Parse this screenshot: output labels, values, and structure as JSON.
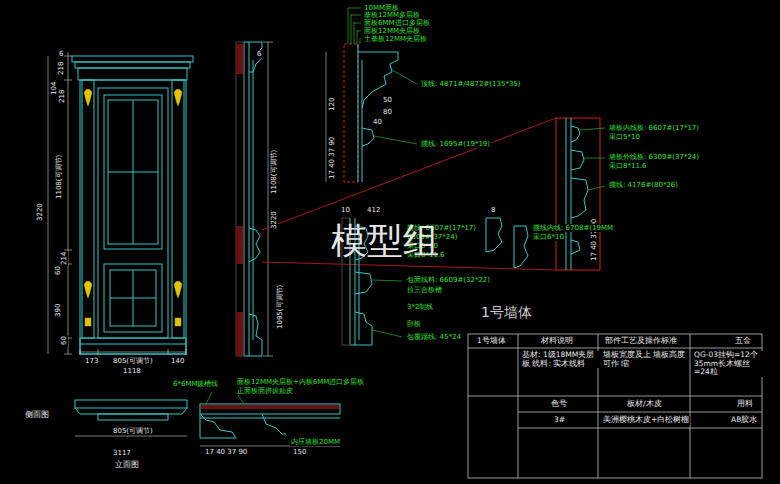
{
  "diagram": {
    "labels": [
      "6",
      "218",
      "104",
      "218",
      "1108(可调节)",
      "3220",
      "60",
      "214",
      "390",
      "60",
      "173",
      "805(可调节)",
      "140",
      "1118",
      "6",
      "1108(可调节)",
      "3220",
      "1095(可调节)",
      "10MM面板",
      "基板12MM多层板",
      "面板6MM进口多层板",
      "面板12MM夹层板",
      "土基板12MM夹层板",
      "顶线: 4871#/4872#(135*35)",
      "腰线: 1695#(19*19)",
      "120",
      "50",
      "80",
      "40",
      "17 40 37 90",
      "墙板内线板: 6607#(17*17)",
      "采口5*10",
      "墙板外线板: 6309#(37*24)",
      "采口8*11.6",
      "腰线: 4176#(80*26)",
      "17 40 37 90",
      "10",
      "412",
      "8",
      "腰线: 6607#(17*17)",
      "6309#(37*24)",
      "采口8*11.6",
      "包面线料: 6609#(32*22)",
      "拉三合板槽",
      "3*2制线",
      "卧板",
      "包覆踢线: 45*24",
      "腰线内线: 6708#(19MM",
      "采口6*10",
      "采口5*10",
      "1号墙体",
      "侧面图",
      "立面图",
      "6*6MM拨槽线",
      "面板12MM夹层板+内板6MM进口多层板",
      "正面板面拼拔贴皮",
      "内压墙板20MM",
      "17 40 37 90",
      "150",
      "3117",
      "805(可调节)",
      "1号墙体",
      "材料说明",
      "部件工艺及操作标准",
      "五金",
      "基材: 1级18MM夹层板 线料: 实木线料",
      "墙板宽度及上 墙板高度可作 缩",
      "QG-03挂钩=12个 35mm长木螺丝=24粒",
      "色号",
      "板材/木皮",
      "用料",
      "3#",
      "美洲樱桃木皮+白松树榴",
      "AB胶水",
      "模型组"
    ]
  }
}
